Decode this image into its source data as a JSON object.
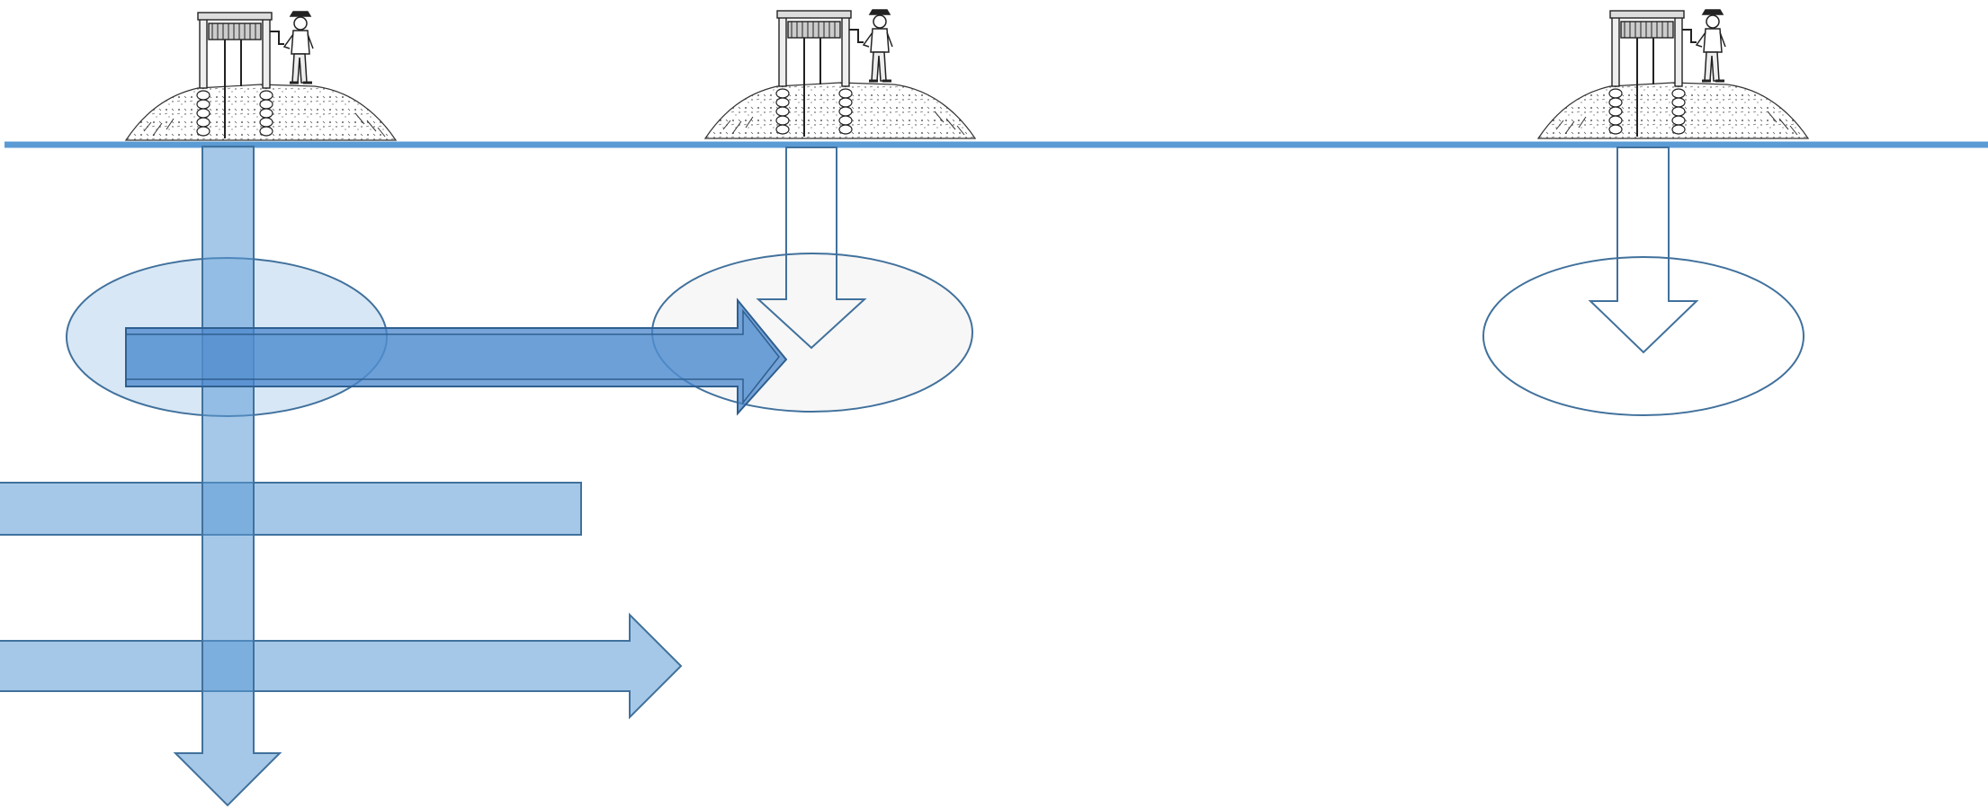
{
  "colors": {
    "ground_line": "#5b9bd5",
    "outline": "#41719c",
    "fill_light": "rgba(91,155,213,0.55)",
    "fill_dark": "rgba(74,134,204,0.80)",
    "fill_pale": "rgba(157,195,230,0.40)",
    "fill_grey": "#f7f7f7",
    "sketch": "#222222"
  },
  "diagram": {
    "description_elements": [
      {
        "name": "mine-shaft-headframe-1",
        "kind": "windlass-with-miner"
      },
      {
        "name": "mine-shaft-headframe-2",
        "kind": "windlass-with-miner"
      },
      {
        "name": "mine-shaft-headframe-3",
        "kind": "windlass-with-miner"
      }
    ],
    "ellipses": [
      {
        "name": "ore-zone-1",
        "style": "pale-filled"
      },
      {
        "name": "ore-zone-2",
        "style": "grey-filled"
      },
      {
        "name": "ore-zone-3",
        "style": "outline-only"
      }
    ],
    "arrows": [
      {
        "name": "vertical-shaft-arrow",
        "direction": "down",
        "style": "filled"
      },
      {
        "name": "horizontal-drift-arrow",
        "direction": "right",
        "style": "filled"
      },
      {
        "name": "connecting-arrow",
        "direction": "right",
        "style": "dark-filled"
      },
      {
        "name": "shaft-arrow-2",
        "direction": "down",
        "style": "outline"
      },
      {
        "name": "shaft-arrow-3",
        "direction": "down",
        "style": "outline"
      }
    ],
    "bars": [
      {
        "name": "horizontal-bar",
        "style": "filled"
      }
    ]
  }
}
